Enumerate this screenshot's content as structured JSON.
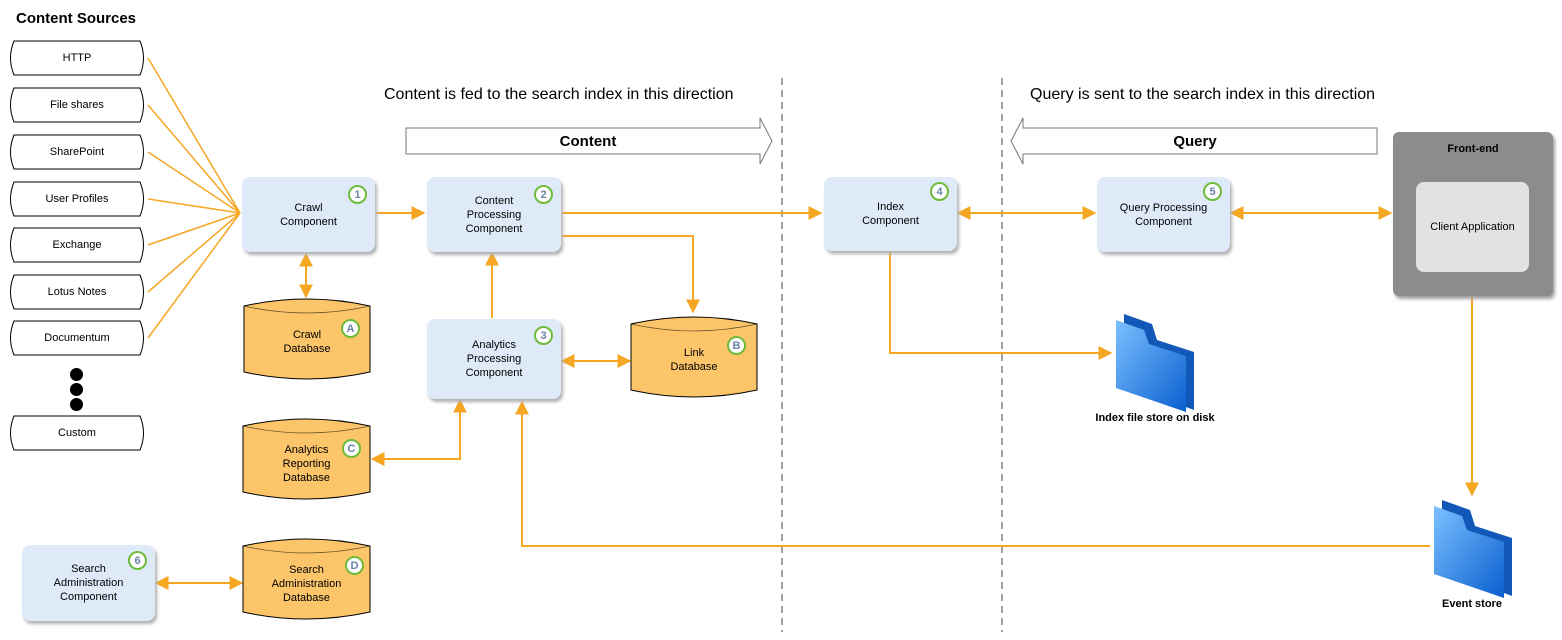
{
  "title": "Content Sources",
  "content_sources": [
    "HTTP",
    "File shares",
    "SharePoint",
    "User Profiles",
    "Exchange",
    "Lotus Notes",
    "Documentum"
  ],
  "custom_source": "Custom",
  "direction_content": "Content is fed to the search index in this direction",
  "direction_query": "Query is sent to the search index in this direction",
  "content_arrow": "Content",
  "query_arrow": "Query",
  "components": [
    {
      "id": "1",
      "label": "Crawl\nComponent"
    },
    {
      "id": "2",
      "label": "Content\nProcessing\nComponent"
    },
    {
      "id": "3",
      "label": "Analytics\nProcessing\nComponent"
    },
    {
      "id": "4",
      "label": "Index\nComponent"
    },
    {
      "id": "5",
      "label": "Query Processing\nComponent"
    },
    {
      "id": "6",
      "label": "Search\nAdministration\nComponent"
    }
  ],
  "databases": [
    {
      "id": "A",
      "label": "Crawl\nDatabase"
    },
    {
      "id": "B",
      "label": "Link\nDatabase"
    },
    {
      "id": "C",
      "label": "Analytics\nReporting\nDatabase"
    },
    {
      "id": "D",
      "label": "Search\nAdministration\nDatabase"
    }
  ],
  "front_end": {
    "title": "Front-end",
    "client": "Client Application"
  },
  "stores": {
    "index": "Index file store on disk",
    "event": "Event store"
  },
  "colors": {
    "connector": "#f5a623",
    "component_fill": "#dfeaf8",
    "database_fill": "#fcc56a",
    "badge_ring": "#6dbb3a",
    "folder": "#1e7fe8"
  }
}
